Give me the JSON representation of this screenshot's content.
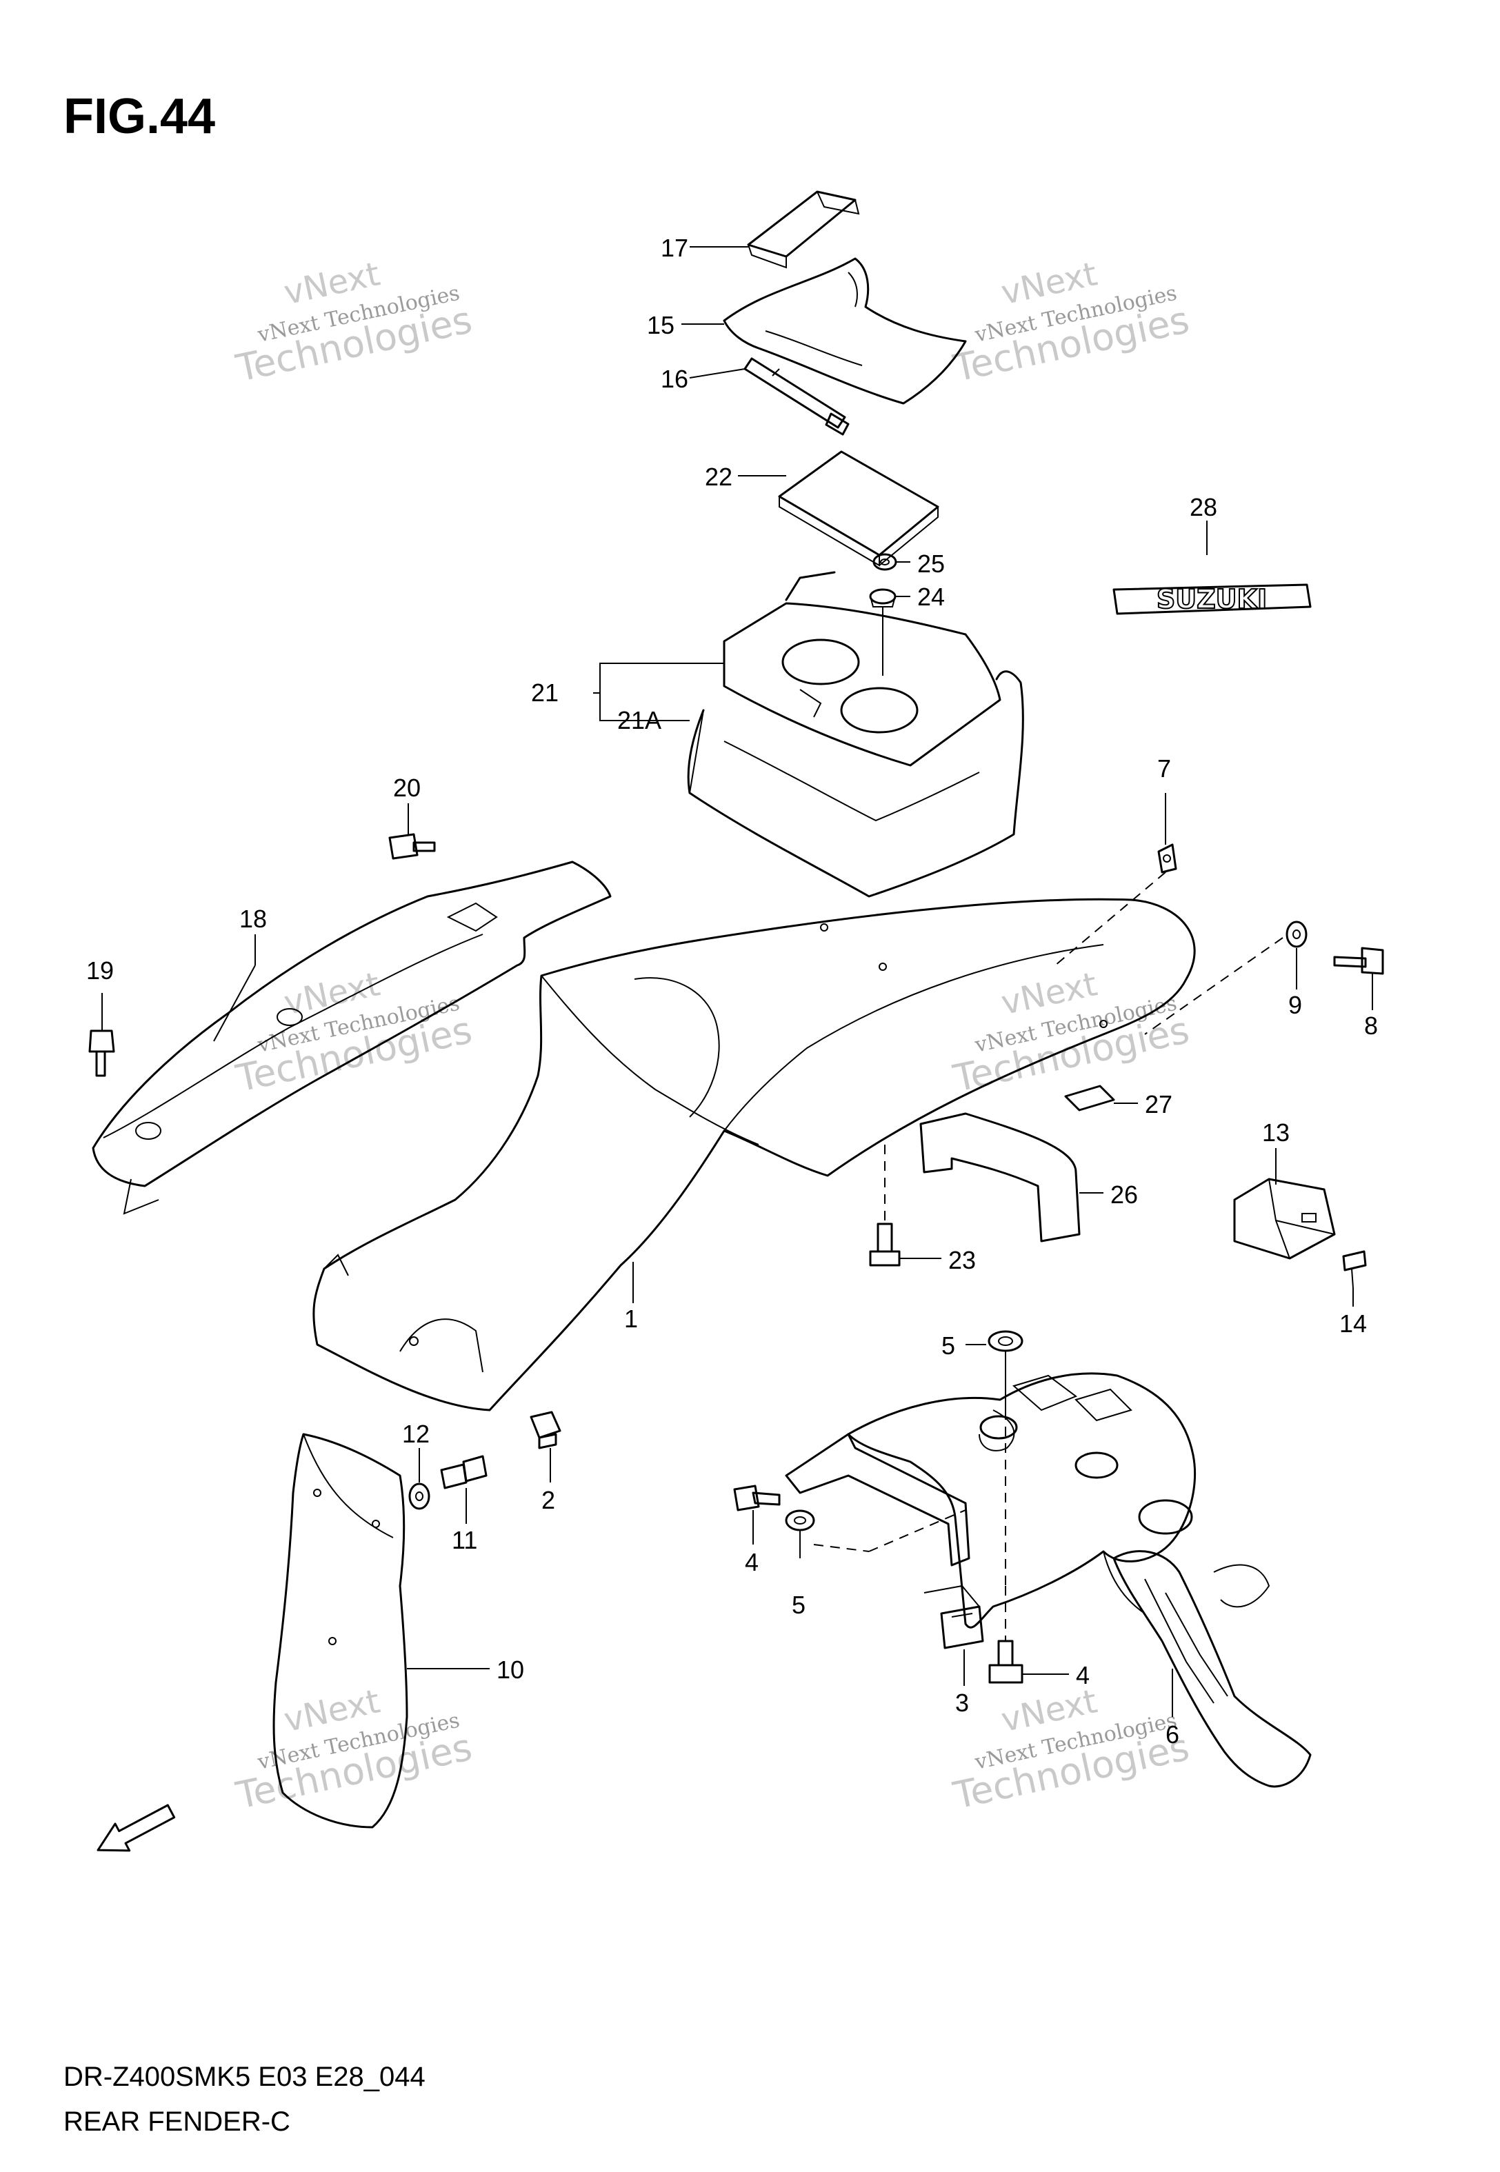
{
  "figure_title": "FIG.44",
  "footer": {
    "model_code": "DR-Z400SMK5 E03 E28_044",
    "section_name": "REAR FENDER-C"
  },
  "watermark": {
    "line1": "vNext",
    "line2": "vNext Technologies",
    "line3": "Technologies"
  },
  "fwd_label": "FWD",
  "emblem_text": "SUZUKI",
  "part_labels": {
    "p1": "1",
    "p2": "2",
    "p3": "3",
    "p4a": "4",
    "p4b": "4",
    "p5a": "5",
    "p5b": "5",
    "p6": "6",
    "p7": "7",
    "p8": "8",
    "p9": "9",
    "p10": "10",
    "p11": "11",
    "p12": "12",
    "p13": "13",
    "p14": "14",
    "p15": "15",
    "p16": "16",
    "p17": "17",
    "p18": "18",
    "p19": "19",
    "p20": "20",
    "p21": "21",
    "p21a": "21A",
    "p22": "22",
    "p23": "23",
    "p24": "24",
    "p25": "25",
    "p26": "26",
    "p27": "27",
    "p28": "28"
  }
}
